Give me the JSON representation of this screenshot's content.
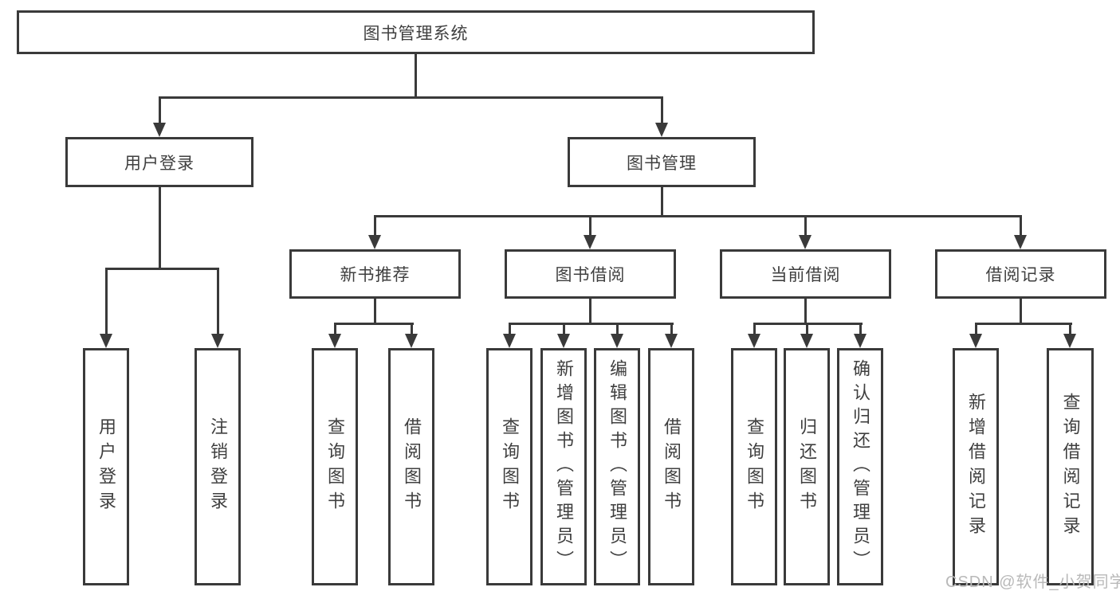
{
  "tree": {
    "label": "图书管理系统",
    "children": [
      {
        "label": "用户登录",
        "children": [
          {
            "label": "用户登录"
          },
          {
            "label": "注销登录"
          }
        ]
      },
      {
        "label": "图书管理",
        "children": [
          {
            "label": "新书推荐",
            "children": [
              {
                "label": "查询图书"
              },
              {
                "label": "借阅图书"
              }
            ]
          },
          {
            "label": "图书借阅",
            "children": [
              {
                "label": "查询图书"
              },
              {
                "label": "新增图书（管理员）"
              },
              {
                "label": "编辑图书（管理员）"
              },
              {
                "label": "借阅图书"
              }
            ]
          },
          {
            "label": "当前借阅",
            "children": [
              {
                "label": "查询图书"
              },
              {
                "label": "归还图书"
              },
              {
                "label": "确认归还（管理员）"
              }
            ]
          },
          {
            "label": "借阅记录",
            "children": [
              {
                "label": "新增借阅记录"
              },
              {
                "label": "查询借阅记录"
              }
            ]
          }
        ]
      }
    ]
  },
  "watermark": {
    "text": "CSDN @软件_小贺同学"
  },
  "colors": {
    "line": "#3a3a3a",
    "text": "#3f3f3f",
    "watermark": "#b9b9b9",
    "background": "#ffffff"
  }
}
